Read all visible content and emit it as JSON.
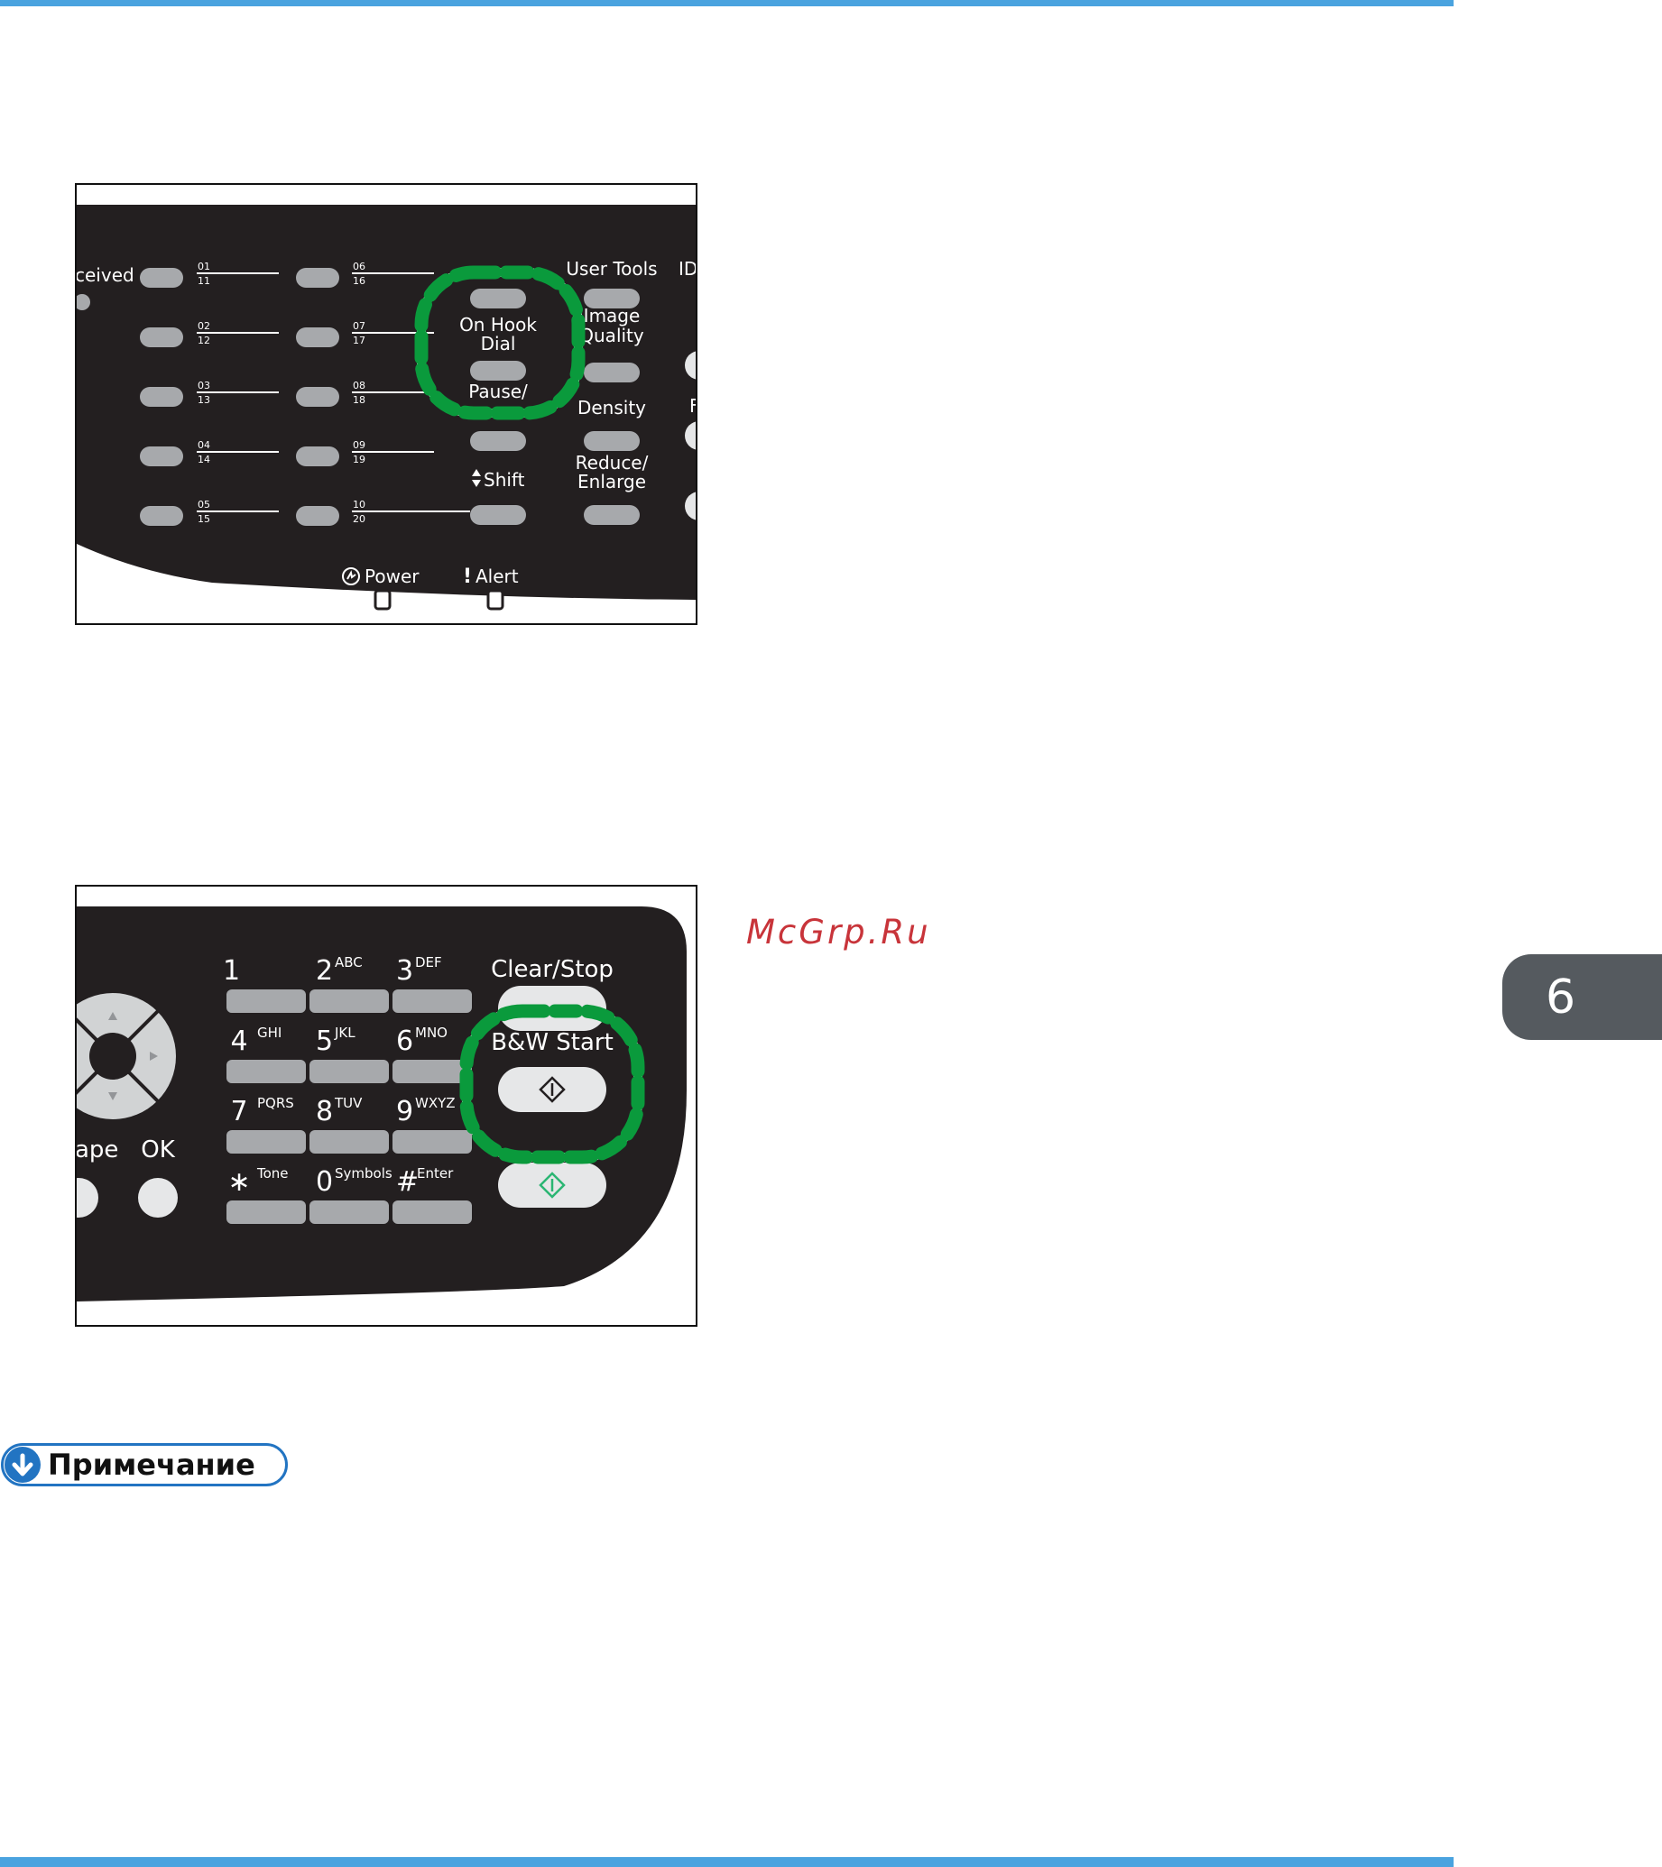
{
  "panel1": {
    "received_fragment": "ceived",
    "one_touch_numbers": [
      {
        "top": "01",
        "bottom": "11"
      },
      {
        "top": "02",
        "bottom": "12"
      },
      {
        "top": "03",
        "bottom": "13"
      },
      {
        "top": "04",
        "bottom": "14"
      },
      {
        "top": "05",
        "bottom": "15"
      },
      {
        "top": "06",
        "bottom": "16"
      },
      {
        "top": "07",
        "bottom": "17"
      },
      {
        "top": "08",
        "bottom": "18"
      },
      {
        "top": "09",
        "bottom": "19"
      },
      {
        "top": "10",
        "bottom": "20"
      }
    ],
    "on_hook_dial_line1": "On Hook",
    "on_hook_dial_line2": "Dial",
    "pause_fragment": "Pause/",
    "shift_label": "Shift",
    "user_tools_label": "User Tools",
    "id_fragment": "ID",
    "image_quality_line1": "Image",
    "image_quality_line2": "Quality",
    "density_label": "Density",
    "reduce_enlarge_line1": "Reduce/",
    "reduce_enlarge_line2": "Enlarge",
    "power_label": "Power",
    "alert_label": "Alert",
    "f_fragment": "F"
  },
  "panel2": {
    "keys": [
      {
        "digit": "1",
        "letters": ""
      },
      {
        "digit": "2",
        "letters": "ABC"
      },
      {
        "digit": "3",
        "letters": "DEF"
      },
      {
        "digit": "4",
        "letters": "GHI"
      },
      {
        "digit": "5",
        "letters": "JKL"
      },
      {
        "digit": "6",
        "letters": "MNO"
      },
      {
        "digit": "7",
        "letters": "PQRS"
      },
      {
        "digit": "8",
        "letters": "TUV"
      },
      {
        "digit": "9",
        "letters": "WXYZ"
      },
      {
        "digit": "∗",
        "letters": "Tone"
      },
      {
        "digit": "0",
        "letters": "Symbols"
      },
      {
        "digit": "#",
        "letters": "Enter"
      }
    ],
    "clear_stop_label": "Clear/Stop",
    "bw_start_label": "B&W Start",
    "escape_fragment": "ape",
    "ok_label": "OK"
  },
  "watermark": "McGrp.Ru",
  "chapter_tab": "6",
  "note_label": "Примечание",
  "colors": {
    "rule": "#4aa3df",
    "highlight": "#0a9a3c",
    "note": "#2274c2",
    "tab": "#555a5f",
    "watermark": "#c8343a"
  }
}
